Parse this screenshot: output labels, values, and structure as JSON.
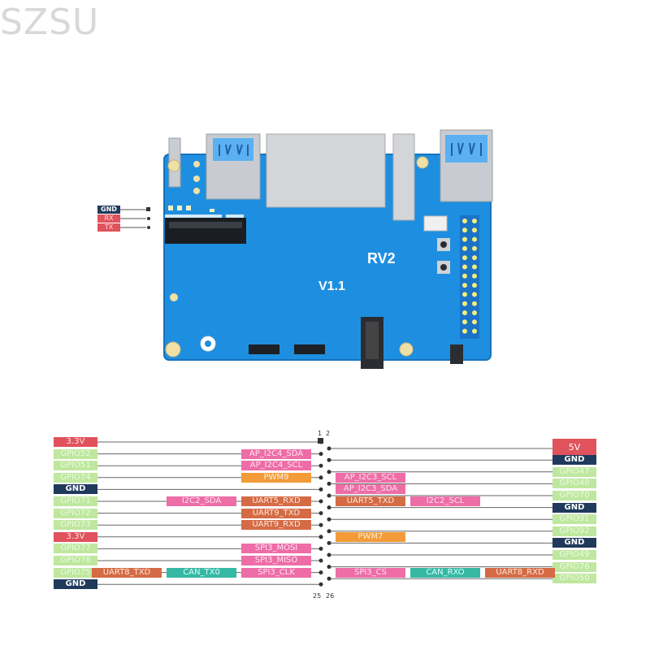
{
  "watermark": "SZSU",
  "board": {
    "name": "RV2",
    "version": "V1.1",
    "uart_pins": [
      "GND",
      "RX",
      "TX"
    ]
  },
  "header": {
    "pin_numbers": {
      "top_left": "1",
      "top_right": "2",
      "bottom_left": "25",
      "bottom_right": "26"
    },
    "left_pins": [
      "3.3V",
      "GPIO52",
      "GPIO51",
      "GPIO74",
      "GND",
      "GPIO71",
      "GPIO72",
      "GPIO73",
      "3.3V",
      "GPIO77",
      "GPIO78",
      "GPIO75",
      "GND"
    ],
    "right_pins": [
      "5V",
      "GND",
      "GPIO47",
      "GPIO48",
      "GPIO70",
      "GND",
      "GPIO91",
      "GPIO92",
      "GND",
      "GPIO49",
      "GPIO76",
      "GPIO50"
    ],
    "left_functions": [
      {
        "row": 1,
        "label": "AP_I2C4_SDA",
        "color": "pink"
      },
      {
        "row": 2,
        "label": "AP_I2C4_SCL",
        "color": "pink"
      },
      {
        "row": 3,
        "label": "PWM9",
        "color": "orange"
      },
      {
        "row": 5,
        "label": "I2C2_SDA",
        "color": "pink"
      },
      {
        "row": 5,
        "label": "UART5_RXD",
        "color": "brown"
      },
      {
        "row": 6,
        "label": "UART9_TXD",
        "color": "brown"
      },
      {
        "row": 7,
        "label": "UART9_RXD",
        "color": "brown"
      },
      {
        "row": 9,
        "label": "SPI3_MOSI",
        "color": "pink"
      },
      {
        "row": 10,
        "label": "SPI3_MISO",
        "color": "pink"
      },
      {
        "row": 11,
        "label": "UART8_TXD",
        "color": "brown"
      },
      {
        "row": 11,
        "label": "CAN_TX0",
        "color": "teal"
      },
      {
        "row": 11,
        "label": "SPI3_CLK",
        "color": "pink"
      }
    ],
    "right_functions": [
      {
        "row": 3,
        "label": "AP_I2C3_SCL",
        "color": "pink"
      },
      {
        "row": 4,
        "label": "AP_I2C3_SDA",
        "color": "pink"
      },
      {
        "row": 5,
        "label": "UART5_TXD",
        "color": "brown"
      },
      {
        "row": 5,
        "label": "I2C2_SCL",
        "color": "pink"
      },
      {
        "row": 8,
        "label": "PWM7",
        "color": "orange"
      },
      {
        "row": 11,
        "label": "SPI3_CS",
        "color": "pink"
      },
      {
        "row": 11,
        "label": "CAN_RXO",
        "color": "teal"
      },
      {
        "row": 11,
        "label": "UART8_RXD",
        "color": "brown"
      }
    ]
  },
  "colors": {
    "board_blue": "#1e8fe0",
    "board_edge": "#1673bd",
    "power": "#e0525c",
    "gpio": "#bfe79f",
    "gnd": "#1f3a5b",
    "pink": "#ee6da7",
    "orange": "#f29b38",
    "brown": "#d46b45",
    "teal": "#35b9a5"
  }
}
